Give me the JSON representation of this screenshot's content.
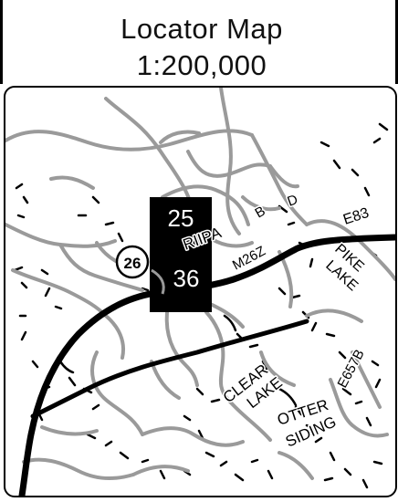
{
  "title": "Locator Map",
  "scale": "1:200,000",
  "map": {
    "section_numbers": [
      "25",
      "36"
    ],
    "route_shield": "26",
    "road_labels": [
      "B",
      "D",
      "E83",
      "M26Z",
      "E657B"
    ],
    "place_labels": [
      "RIIPA",
      "PIKE LAKE",
      "CLEAR LAKE",
      "OTTER SIDING"
    ],
    "colors": {
      "highway": "#000000",
      "minor_roads": "#9a9a9a",
      "contours": "#000000",
      "section_block": "#000000",
      "section_text": "#ffffff"
    },
    "icons": [
      "route-shield-icon"
    ]
  }
}
